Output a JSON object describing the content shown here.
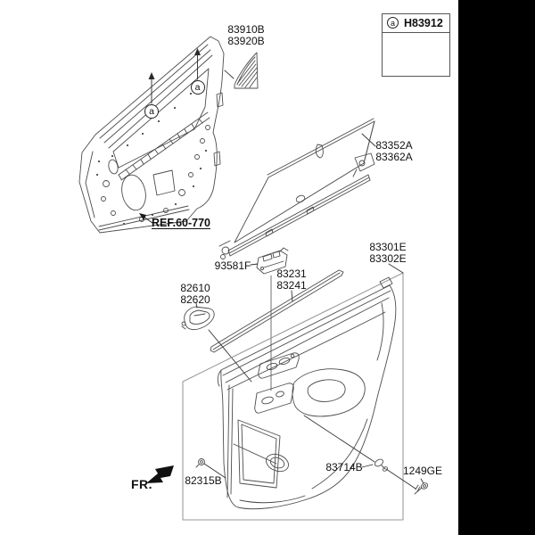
{
  "diagram_type": "vehicle-parts-exploded-diagram",
  "colors": {
    "background": "#ffffff",
    "right_band": "#000000",
    "line_art": "#4c4c4c",
    "enclosure_box": "#9a9a9a",
    "text": "#111111"
  },
  "markers": {
    "a": "a"
  },
  "ref_box": {
    "marker": "a",
    "part_no": "H83912"
  },
  "labels": {
    "garnish": {
      "line1": "83910B",
      "line2": "83920B"
    },
    "sunshade": {
      "line1": "83352A",
      "line2": "83362A"
    },
    "trim_panel": {
      "line1": "83301E",
      "line2": "83302E"
    },
    "switch": {
      "line1": "93581F"
    },
    "belt_molding": {
      "line1": "83231",
      "line2": "83241"
    },
    "inside_handle": {
      "line1": "82610",
      "line2": "82620"
    },
    "screw_lower": {
      "line1": "82315B"
    },
    "clip": {
      "line1": "83714B"
    },
    "screw_right": {
      "line1": "1249GE"
    },
    "ref": {
      "line1": "REF.60-770"
    },
    "fr": {
      "line1": "FR."
    }
  }
}
